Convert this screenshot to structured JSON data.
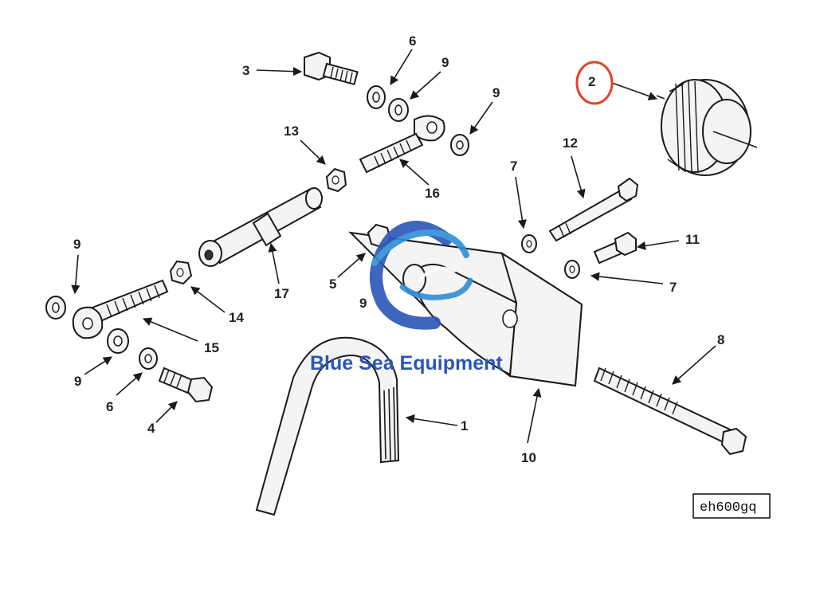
{
  "labels": {
    "p1": "1",
    "p2": "2",
    "p3": "3",
    "p4": "4",
    "p5": "5",
    "p6a": "6",
    "p6b": "6",
    "p7a": "7",
    "p7b": "7",
    "p8": "8",
    "p9a": "9",
    "p9b": "9",
    "p9c": "9",
    "p9d": "9",
    "p9e": "9",
    "p10": "10",
    "p11": "11",
    "p12": "12",
    "p13": "13",
    "p14": "14",
    "p15": "15",
    "p16": "16",
    "p17": "17"
  },
  "reference_code": "eh600gq",
  "watermark": "Blue Sea Equipment",
  "colors": {
    "highlight_circle": "#e0452a",
    "watermark_blue": "#2b56b8",
    "ink": "#1a1a1a"
  }
}
